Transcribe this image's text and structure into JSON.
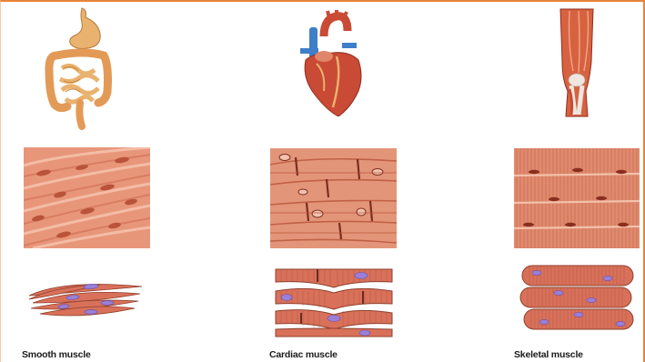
{
  "columns": [
    {
      "key": "smooth",
      "label": "Smooth muscle",
      "organ": "digestive-tract-icon"
    },
    {
      "key": "cardiac",
      "label": "Cardiac muscle",
      "organ": "heart-icon"
    },
    {
      "key": "skeletal",
      "label": "Skeletal muscle",
      "organ": "leg-muscles-icon"
    }
  ],
  "colors": {
    "frame": "#e8823a",
    "tissue_bg": "#e8967a",
    "tissue_dark": "#b9533a",
    "nucleus": "#9b7fd6",
    "cell_fill": "#d9715a",
    "organ_tan": "#e9b26e",
    "heart_red": "#c94a35",
    "vessel_blue": "#3f7ec9"
  }
}
